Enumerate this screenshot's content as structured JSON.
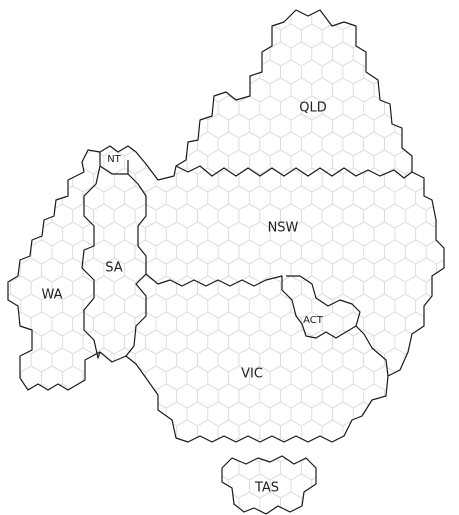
{
  "regions": [
    {
      "id": "qld",
      "label": "QLD"
    },
    {
      "id": "nt",
      "label": "NT"
    },
    {
      "id": "nsw",
      "label": "NSW"
    },
    {
      "id": "sa",
      "label": "SA"
    },
    {
      "id": "wa",
      "label": "WA"
    },
    {
      "id": "act",
      "label": "ACT"
    },
    {
      "id": "vic",
      "label": "VIC"
    },
    {
      "id": "tas",
      "label": "TAS"
    }
  ],
  "colors": {
    "fill": "#ffffff",
    "grid": "#d9d9d9",
    "border": "#1a1a1a",
    "text": "#222222"
  }
}
